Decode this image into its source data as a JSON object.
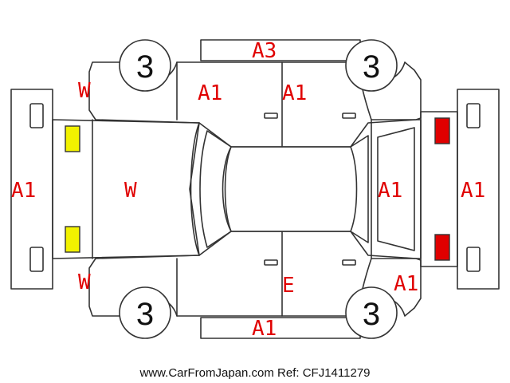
{
  "wheels": {
    "front_left": "3",
    "rear_left": "3",
    "front_right": "3",
    "rear_right": "3"
  },
  "marks": {
    "left_bumper": "A1",
    "hood": "W",
    "upper_front_fender": "W",
    "lower_front_fender": "W",
    "upper_front_door": "A1",
    "upper_rear_door": "A1",
    "upper_rocker_panel": "A3",
    "lower_rocker_panel": "A1",
    "lower_rear_door": "E",
    "trunk": "A1",
    "lower_rear_fender": "A1",
    "right_bumper": "A1"
  },
  "colors": {
    "mark_text": "#e00000",
    "headlight_fill": "#f2f200",
    "taillight_fill": "#e00000",
    "outline": "#333333"
  },
  "footer": {
    "watermark": "www.CarFromJapan.com Ref: CFJ1411279"
  }
}
